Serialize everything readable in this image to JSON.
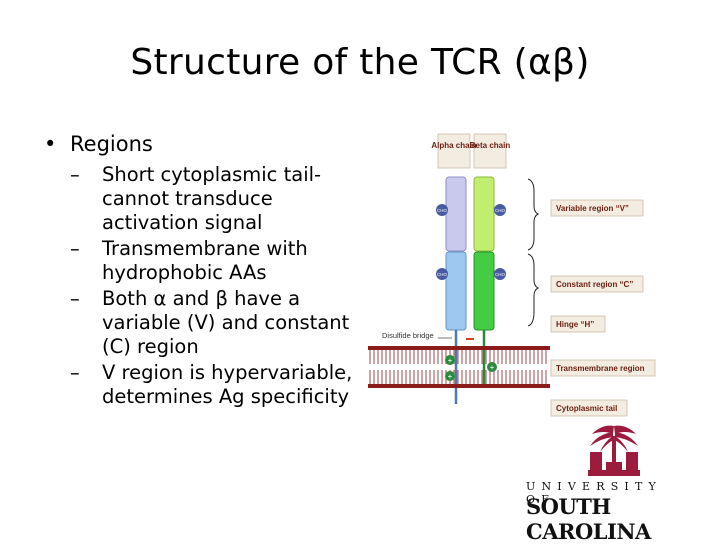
{
  "slide": {
    "title": "Structure of the TCR (αβ)",
    "bullet": {
      "marker": "•",
      "text": "Regions"
    },
    "sub_marker": "–",
    "sub_bullets": [
      "Short cytoplasmic tail-cannot transduce activation signal",
      "Transmembrane with hydrophobic AAs",
      "Both α and β have a variable (V) and constant (C) region",
      "V region is hypervariable, determines Ag specificity"
    ]
  },
  "diagram": {
    "chain_headers": [
      "Alpha chain",
      "Beta chain"
    ],
    "cho_label": "CHO",
    "disulfide_label": "Disulfide bridge",
    "charge_symbol": "+",
    "region_labels": [
      "Variable region “V”",
      "Constant region “C”",
      "Hinge “H”",
      "Transmembrane region",
      "Cytoplasmic tail"
    ],
    "colors": {
      "alpha_variable": "#c9c9ee",
      "alpha_constant": "#9fc8f0",
      "beta_variable": "#c2ee70",
      "beta_constant": "#44cc44",
      "label_box": "#f3ece0",
      "label_text": "#6b1f12",
      "membrane": "#8b1a1a",
      "cho": "#4a5aa0",
      "charge": "#2a8a3a"
    }
  },
  "logo": {
    "university_line": "UNIVERSITY OF",
    "school_line": "SOUTH CAROLINA",
    "colors": {
      "garnet": "#9b1c3c"
    }
  }
}
